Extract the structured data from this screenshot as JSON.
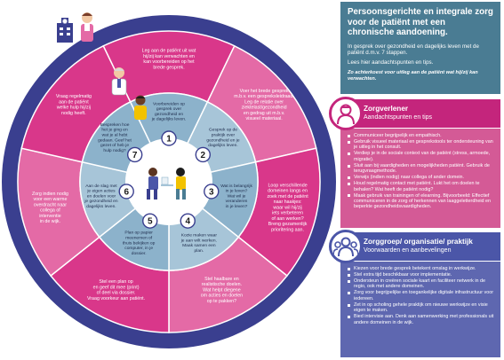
{
  "wheel": {
    "outer_texts": [
      [
        "Leg aan de patiënt uit wat",
        "hij/zij kan verwachten en",
        "kan voorbereiden op het",
        "brede gesprek."
      ],
      [
        "Voer het brede gesprek",
        "m.b.v. een gespreksleidraad.",
        "Leg de relatie over",
        "ziektelast/gezondheid",
        "en gedrag uit m.b.v.",
        "visueel materiaal."
      ],
      [
        "Loop verschillende",
        "domeinen langs en",
        "zoek met de patiënt",
        "naar haakjes:",
        "waar wil hij/zij",
        "iets verbeteren",
        "of aan werken?",
        "Breng gezamenlijk",
        "prioritering aan."
      ],
      [
        "Stel haalbare en",
        "realistische doelen.",
        "Wat helpt diegene",
        "om acties en doelen",
        "op te pakken?"
      ],
      [
        "Stel een plan op",
        "en geef dit mee (print)",
        "of deel via dossier.",
        "Vraag voorkeur aan patiënt."
      ],
      [
        "Zorg indien nodig",
        "voor een warme",
        "overdracht naar",
        "collega of",
        "interventie",
        "in de wijk."
      ],
      [
        "Vraag regelmatig",
        "aan de patiënt",
        "welke hulp hij/zij",
        "nodig heeft."
      ]
    ],
    "inner_texts": [
      [
        "Voorbereiden op",
        "gesprek over",
        "gezondheid en",
        "je dagelijks leven."
      ],
      [
        "Gesprek op de",
        "praktijk over",
        "gezondheid en je",
        "dagelijks leven."
      ],
      [
        "Wat is belangrijk",
        "in je leven?",
        "Wat wil je",
        "veranderen",
        "in je leven?"
      ],
      [
        "Kozie maken waar",
        "je aan wilt werken.",
        "Maak samen een",
        "plan."
      ],
      [
        "Plan op papier",
        "meenemen of",
        "thuis bekijken op",
        "computer, in je",
        "dossier."
      ],
      [
        "Aan de slag met",
        "je eigen acties",
        "en doelen voor",
        "je gezondheid en",
        "dagelijks leven."
      ],
      [
        "Bespreken hoe",
        "het je ging en",
        "wat je al hebt",
        "gedaan. Geef het",
        "gezet of heb je",
        "hulp nodig?"
      ]
    ],
    "step_numbers": [
      "1",
      "2",
      "3",
      "4",
      "5",
      "6",
      "7"
    ]
  },
  "intro": {
    "title": "Persoonsgerichte en integrale zorg voor de patiënt met een chronische aandoening.",
    "text1": "In gesprek over gezondheid en dagelijks leven met de patiënt d.m.v. 7 stappen.",
    "text2": "Lees hier aandachtspunten en tips.",
    "tip": "Zo achterkoest voor uitleg aan de patiënt wat hij/zij kan verwachten."
  },
  "section1": {
    "title": "Zorgverlener",
    "subtitle": "Aandachtspunten en tips",
    "icon": "nurse-icon",
    "color": "#c4257c",
    "items": [
      "Communiceer begrijpelijk en empathisch.",
      "Gebruik visueel materiaal en gesprekstools ter ondersteuning van je uitleg in het consult.",
      "Verdiep je in de sociale context van de patiënt (stress, armoede, migratie).",
      "Sluit aan bij vaardigheden en mogelijkheden patiënt. Gebruik de terugvraagmethode.",
      "Verwijs (indien nodig) naar collega of ander domein.",
      "Houd regelmatig contact met patiënt. Lukt het om doelen te behalen? Wat heeft de patiënt nodig?",
      "Maak gebruik van trainingen of elearning. Bijvoorbeeld: Effectief communiceren in de zorg of herkennen van laaggeletterdheid en beperkte gezondheidsvaardigheden."
    ]
  },
  "section2": {
    "title": "Zorggroep/ organisatie/ praktijk",
    "subtitle": "Voorwaarden en aanbevelingen",
    "icon": "team-icon",
    "color": "#4b56a8",
    "items": [
      "Kiezen voor brede gesprek betekent omslag in werkwijze.",
      "Stel extra tijd beschikbaar voor implementatie.",
      "Ondersteun in creëren sociale kaart en faciliteer netwerk in de regio, ook met andere domeinen.",
      "Zorg voor begrijpelijke en toegankelijke digitale infrastructuur voor iedereen.",
      "Zet in op scholing gehele praktijk om nieuwe werkwijze en visie eigen te maken.",
      "Bied intervisie aan. Denk aan samenwerking met professionals uit andere domeinen in de wijk."
    ]
  },
  "colors": {
    "outer_ring": "#3a3f8f",
    "pink_sector_a": "#d9378a",
    "pink_sector_b": "#e46aa6",
    "inner_a": "#8cb2cb",
    "inner_b": "#a7c5d8",
    "center": "#ffffff",
    "number_circle_border": "#3a3f8f"
  }
}
